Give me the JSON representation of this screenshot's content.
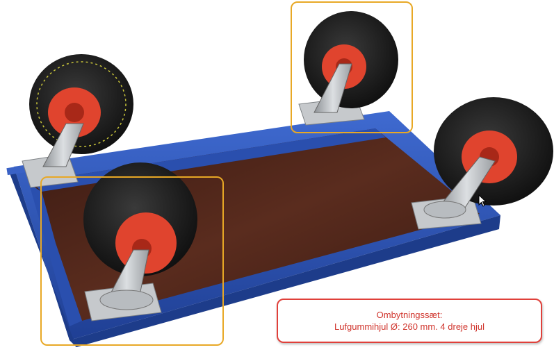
{
  "image": {
    "subject": "blue-platform-trolley-underside-with-four-swivel-pneumatic-wheels",
    "colors": {
      "frame": "#2d56b8",
      "frame_dark": "#1d3c8a",
      "deck": "#4a2418",
      "tire": "#1c1c1c",
      "hub": "#e0442e",
      "bracket": "#b8bcc0",
      "highlight": "#e8a825",
      "caption_border": "#e0403a",
      "caption_text": "#d0342c"
    }
  },
  "caption": {
    "line1": "Ombytningssæt:",
    "line2": "Lufgummihjul Ø: 260 mm.  4 dreje hjul"
  },
  "icons": {
    "cursor": "mouse-pointer-icon"
  }
}
